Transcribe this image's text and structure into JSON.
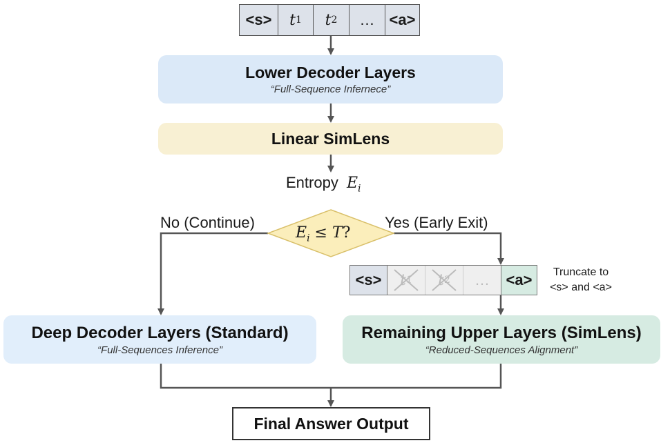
{
  "input_tokens": [
    "<s>",
    "t1",
    "t2",
    "…",
    "<a>"
  ],
  "lower_block": {
    "title": "Lower Decoder Layers",
    "subtitle": "“Full-Sequence Infernece”"
  },
  "simlens_block": {
    "title": "Linear SimLens"
  },
  "entropy_label": "Entropy",
  "entropy_symbol": "E_i",
  "decision": {
    "text": "E_i ≤ T?"
  },
  "branch_no": "No (Continue)",
  "branch_yes": "Yes (Early Exit)",
  "truncated_tokens": [
    "<s>",
    "t1",
    "t2",
    "…",
    "<a>"
  ],
  "truncate_note": "Truncate to <s> and <a>",
  "deep_block": {
    "title": "Deep Decoder Layers (Standard)",
    "subtitle": "“Full-Sequences Inference”"
  },
  "upper_block": {
    "title": "Remaining Upper Layers (SimLens)",
    "subtitle": "“Reduced-Sequences Alignment”"
  },
  "output_block": {
    "title": "Final Answer Output"
  },
  "colors": {
    "lower": "#dbe9f8",
    "simlens": "#f8f0d3",
    "decision": "#fbeebb",
    "decision_stroke": "#d9c06a",
    "deep": "#e1eefb",
    "upper": "#d6ebe2",
    "arrow": "#555555",
    "token_kept": "#dde2ea",
    "token_dropped": "#efefef"
  }
}
